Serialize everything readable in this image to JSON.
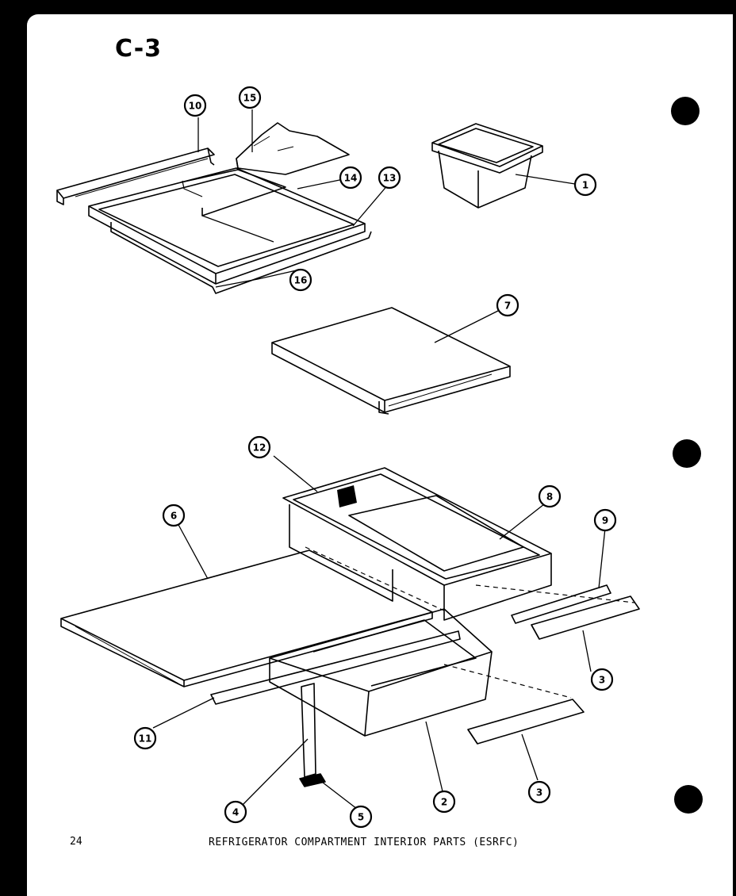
{
  "page_label": "C-3",
  "page_number": "24",
  "caption": "REFRIGERATOR COMPARTMENT INTERIOR PARTS (ESRFC)",
  "callouts": [
    "1",
    "2",
    "3",
    "3",
    "4",
    "5",
    "6",
    "7",
    "8",
    "9",
    "10",
    "11",
    "12",
    "13",
    "14",
    "15",
    "16"
  ],
  "colors": {
    "background": "#000000",
    "paper": "#ffffff",
    "ink": "#000000"
  }
}
